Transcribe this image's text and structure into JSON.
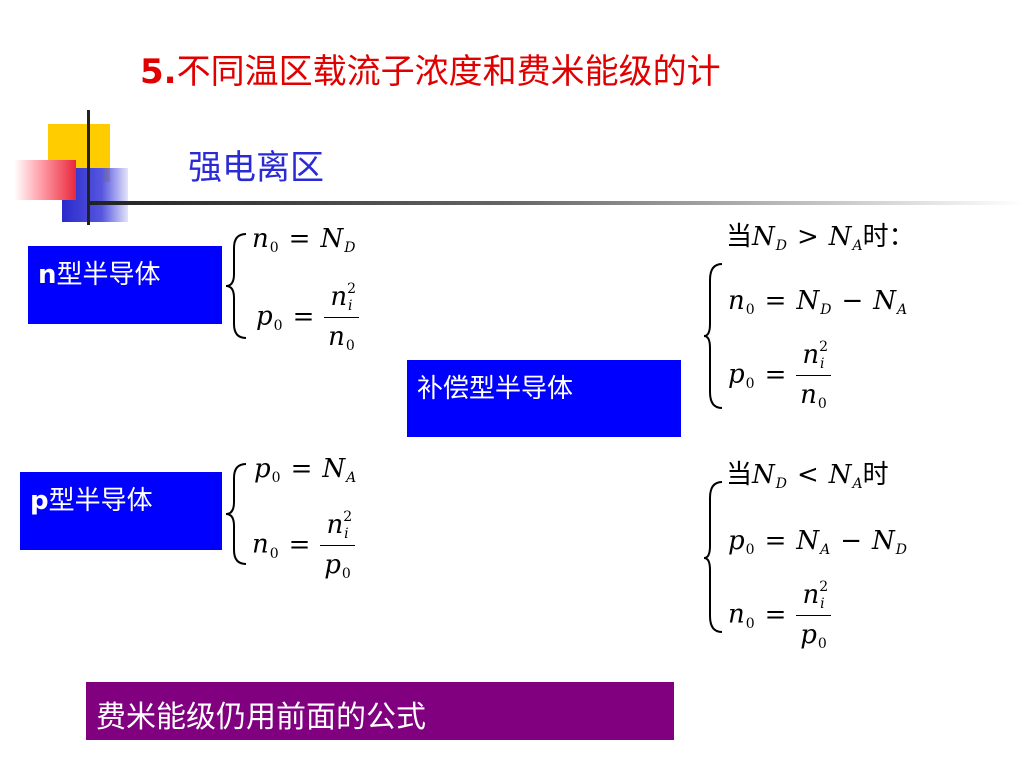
{
  "slide": {
    "title_num": "5.",
    "title_text": "不同温区载流子浓度和费米能级的计",
    "subtitle": "强电离区"
  },
  "n_type": {
    "label_latin": "n",
    "label_cjk": "型半导体",
    "eq1_lhs": "n",
    "eq1_lhs_sub": "0",
    "eq1_rhs": "N",
    "eq1_rhs_sub": "D",
    "eq2_lhs": "p",
    "eq2_lhs_sub": "0",
    "eq2_num": "n",
    "eq2_num_sub": "i",
    "eq2_num_sup": "2",
    "eq2_den": "n",
    "eq2_den_sub": "0"
  },
  "p_type": {
    "label_latin": "p",
    "label_cjk": "型半导体",
    "eq1_lhs": "p",
    "eq1_lhs_sub": "0",
    "eq1_rhs": "N",
    "eq1_rhs_sub": "A",
    "eq2_lhs": "n",
    "eq2_lhs_sub": "0",
    "eq2_num": "n",
    "eq2_num_sub": "i",
    "eq2_num_sup": "2",
    "eq2_den": "p",
    "eq2_den_sub": "0"
  },
  "compensated": {
    "label": "补偿型半导体",
    "case1": {
      "prefix": "当",
      "a": "N",
      "a_sub": "D",
      "op": ">",
      "b": "N",
      "b_sub": "A",
      "suffix": "时：",
      "eq1_lhs": "n",
      "eq1_lhs_sub": "0",
      "eq1_t1": "N",
      "eq1_t1_sub": "D",
      "eq1_t2": "N",
      "eq1_t2_sub": "A",
      "eq2_lhs": "p",
      "eq2_lhs_sub": "0",
      "eq2_num": "n",
      "eq2_num_sub": "i",
      "eq2_num_sup": "2",
      "eq2_den": "n",
      "eq2_den_sub": "0"
    },
    "case2": {
      "prefix": "当",
      "a": "N",
      "a_sub": "D",
      "op": "<",
      "b": "N",
      "b_sub": "A",
      "suffix": "时",
      "eq1_lhs": "p",
      "eq1_lhs_sub": "0",
      "eq1_t1": "N",
      "eq1_t1_sub": "A",
      "eq1_t2": "N",
      "eq1_t2_sub": "D",
      "eq2_lhs": "n",
      "eq2_lhs_sub": "0",
      "eq2_num": "n",
      "eq2_num_sub": "i",
      "eq2_num_sup": "2",
      "eq2_den": "p",
      "eq2_den_sub": "0"
    }
  },
  "footer": {
    "note": "费米能级仍用前面的公式"
  },
  "symbols": {
    "equals": "=",
    "minus": "−"
  },
  "colors": {
    "title": "#e00000",
    "subtitle": "#2b2bd6",
    "label_box": "#0000ff",
    "footer_box": "#800080",
    "accent_yellow": "#ffcc00",
    "accent_red": "#e8283c",
    "accent_blue": "#3a3ad8"
  }
}
